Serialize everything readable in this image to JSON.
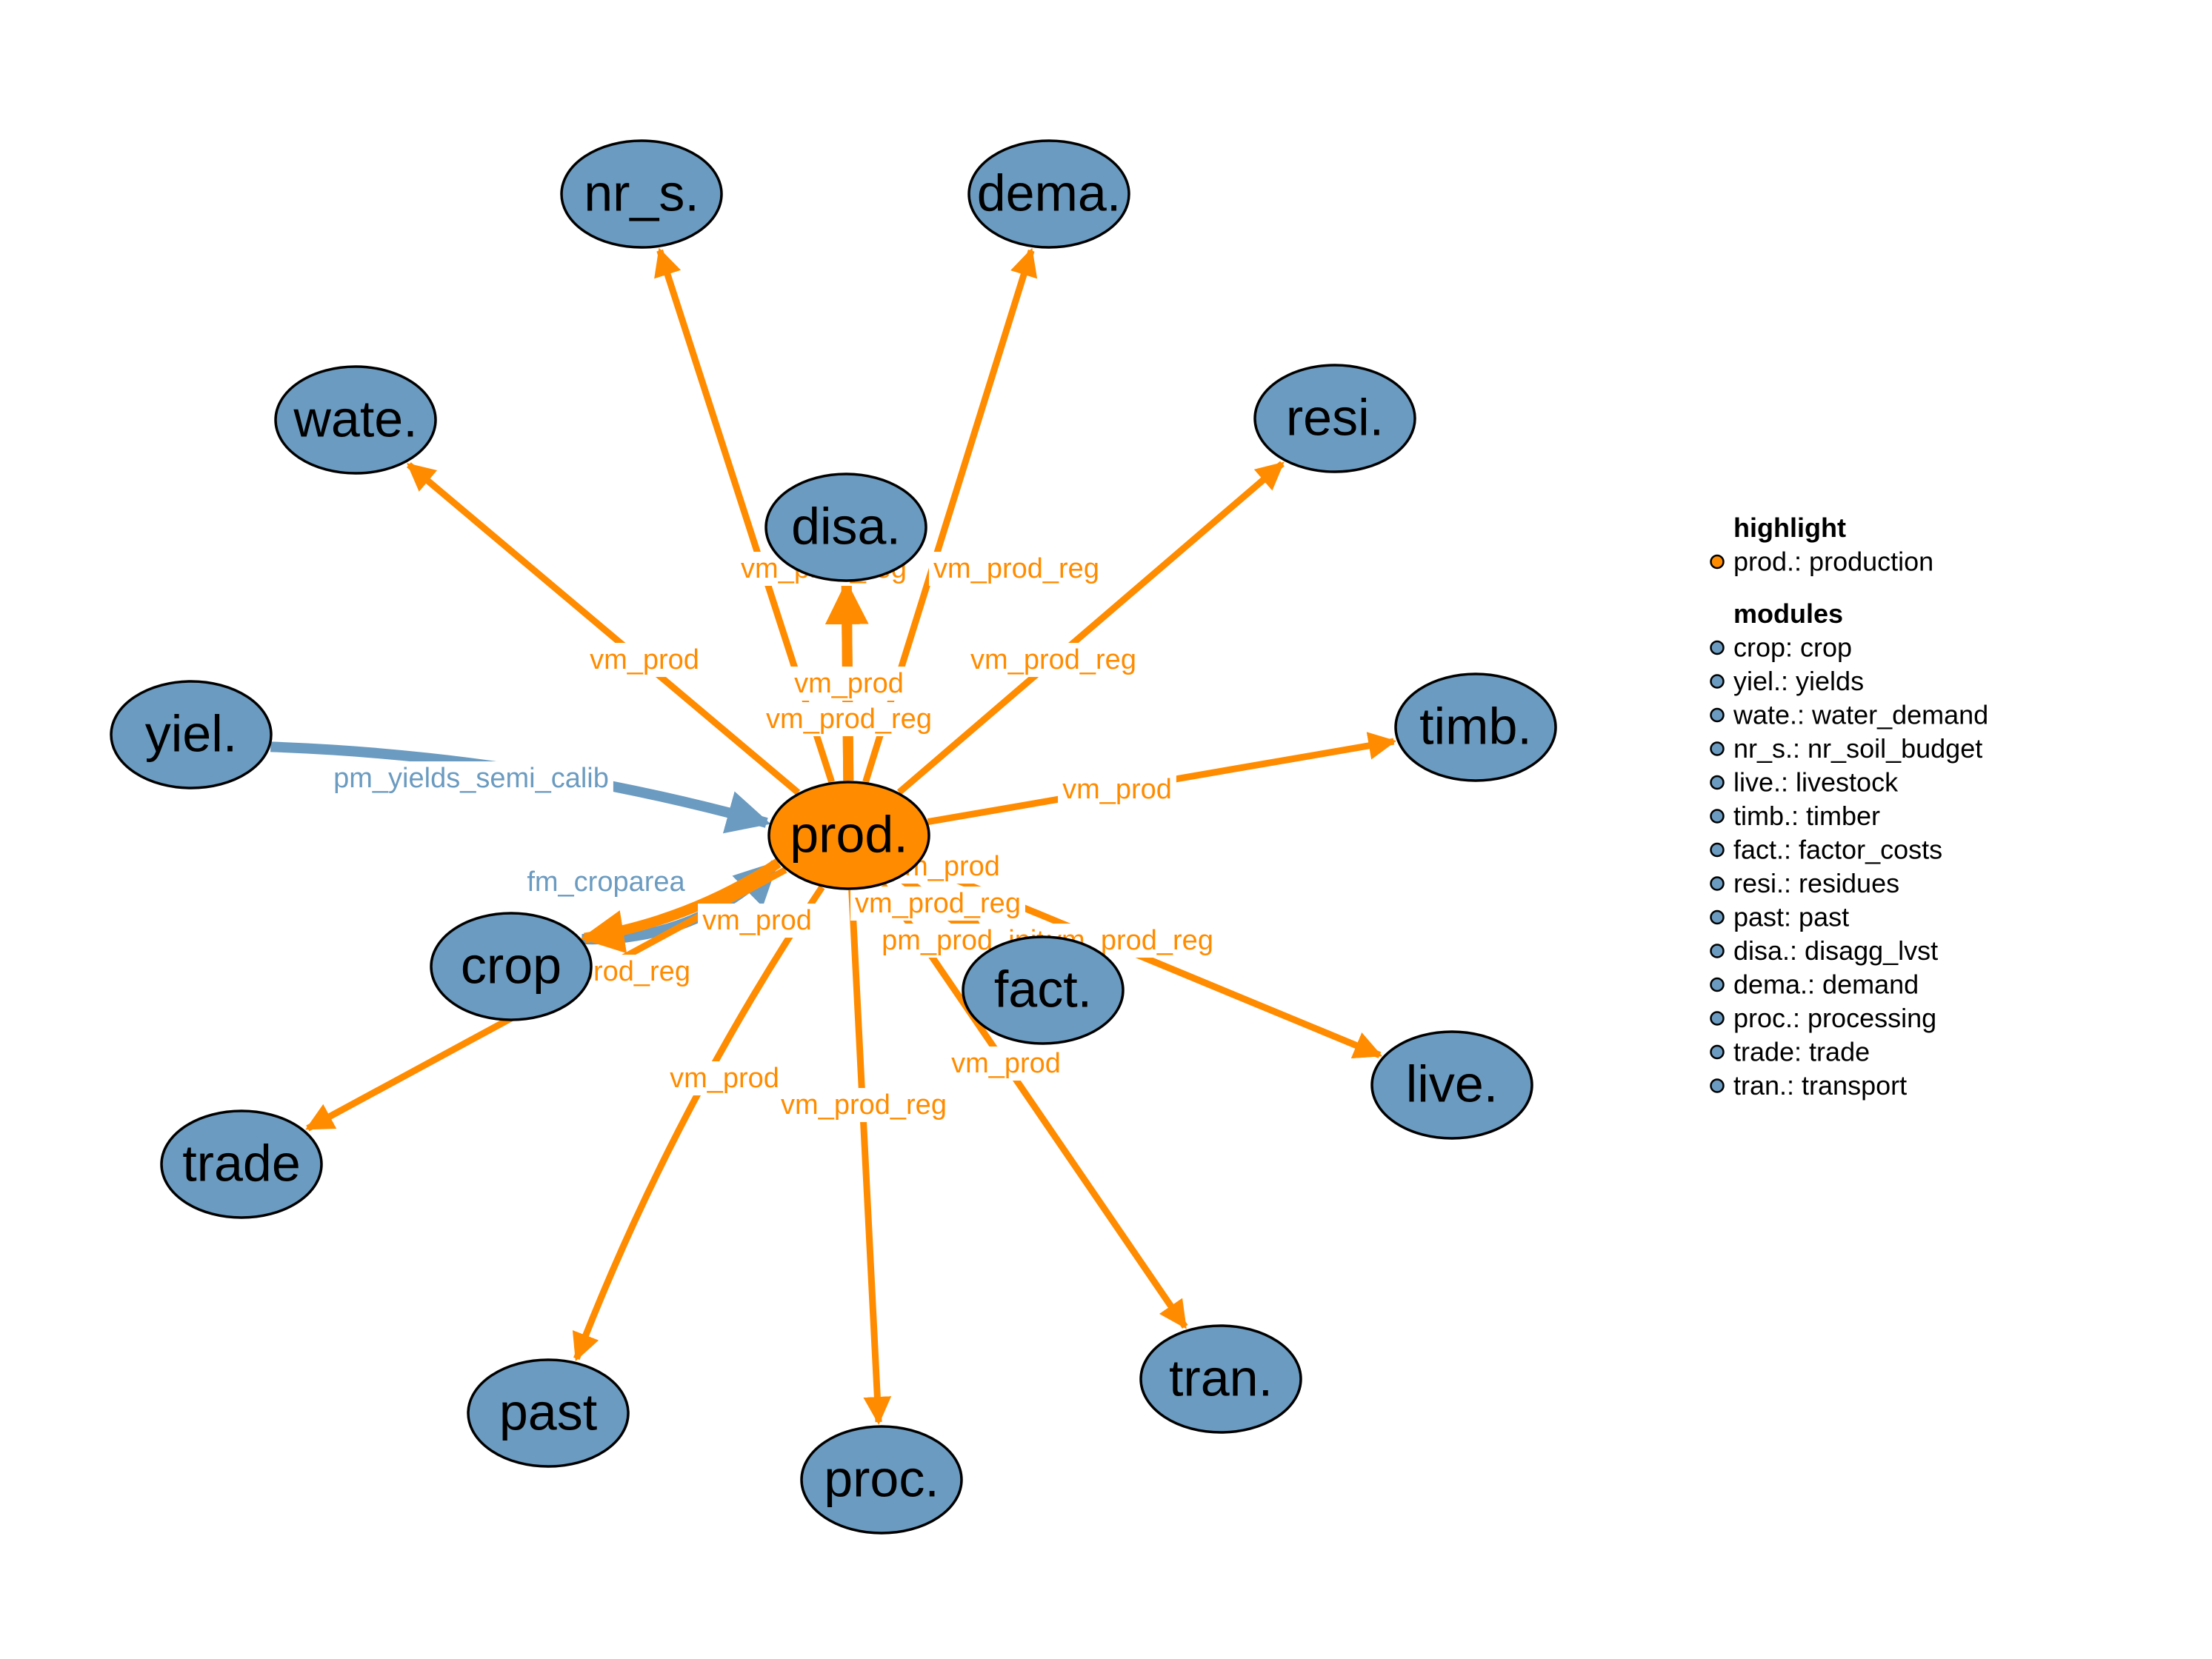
{
  "colors": {
    "highlight": "#FF8C00",
    "module": "#6B9BC0",
    "incoming_edge": "#6B9BC0",
    "outgoing_edge": "#FF8C00",
    "outline": "#000000"
  },
  "center_node": {
    "id": "prod",
    "label": "prod."
  },
  "nodes": [
    {
      "id": "nr_s",
      "label": "nr_s."
    },
    {
      "id": "dema",
      "label": "dema."
    },
    {
      "id": "wate",
      "label": "wate."
    },
    {
      "id": "resi",
      "label": "resi."
    },
    {
      "id": "disa",
      "label": "disa."
    },
    {
      "id": "yiel",
      "label": "yiel."
    },
    {
      "id": "timb",
      "label": "timb."
    },
    {
      "id": "crop",
      "label": "crop"
    },
    {
      "id": "fact",
      "label": "fact."
    },
    {
      "id": "trade",
      "label": "trade"
    },
    {
      "id": "live",
      "label": "live."
    },
    {
      "id": "past",
      "label": "past"
    },
    {
      "id": "proc",
      "label": "proc."
    },
    {
      "id": "tran",
      "label": "tran."
    }
  ],
  "edges": [
    {
      "from": "prod",
      "to": "nr_s",
      "label": "vm_prod_reg"
    },
    {
      "from": "prod",
      "to": "dema",
      "label": "vm_prod_reg"
    },
    {
      "from": "prod",
      "to": "wate",
      "label": "vm_prod"
    },
    {
      "from": "prod",
      "to": "resi",
      "label": "vm_prod_reg"
    },
    {
      "from": "prod",
      "to": "disa",
      "label": "vm_prod"
    },
    {
      "from": "prod",
      "to": "disa",
      "label": "vm_prod_reg"
    },
    {
      "from": "yiel",
      "to": "prod",
      "label": "pm_yields_semi_calib"
    },
    {
      "from": "prod",
      "to": "timb",
      "label": "vm_prod"
    },
    {
      "from": "crop",
      "to": "prod",
      "label": "fm_croparea"
    },
    {
      "from": "prod",
      "to": "fact",
      "label": "vm_prod"
    },
    {
      "from": "prod",
      "to": "fact",
      "label": "vm_prod_reg"
    },
    {
      "from": "prod",
      "to": "crop",
      "label": "vm_prod_reg"
    },
    {
      "from": "prod",
      "to": "trade",
      "label": "vm_prod"
    },
    {
      "from": "prod",
      "to": "live",
      "label": "pm_prod_init"
    },
    {
      "from": "prod",
      "to": "live",
      "label": "vm_prod_reg"
    },
    {
      "from": "prod",
      "to": "past",
      "label": "vm_prod"
    },
    {
      "from": "prod",
      "to": "proc",
      "label": "vm_prod_reg"
    },
    {
      "from": "prod",
      "to": "tran",
      "label": "vm_prod"
    }
  ],
  "legend": {
    "highlight_title": "highlight",
    "highlight_items": [
      {
        "text": "prod.: production"
      }
    ],
    "modules_title": "modules",
    "module_items": [
      {
        "text": "crop: crop"
      },
      {
        "text": "yiel.: yields"
      },
      {
        "text": "wate.: water_demand"
      },
      {
        "text": "nr_s.: nr_soil_budget"
      },
      {
        "text": "live.: livestock"
      },
      {
        "text": "timb.: timber"
      },
      {
        "text": "fact.: factor_costs"
      },
      {
        "text": "resi.: residues"
      },
      {
        "text": "past: past"
      },
      {
        "text": "disa.: disagg_lvst"
      },
      {
        "text": "dema.: demand"
      },
      {
        "text": "proc.: processing"
      },
      {
        "text": "trade: trade"
      },
      {
        "text": "tran.: transport"
      }
    ]
  }
}
